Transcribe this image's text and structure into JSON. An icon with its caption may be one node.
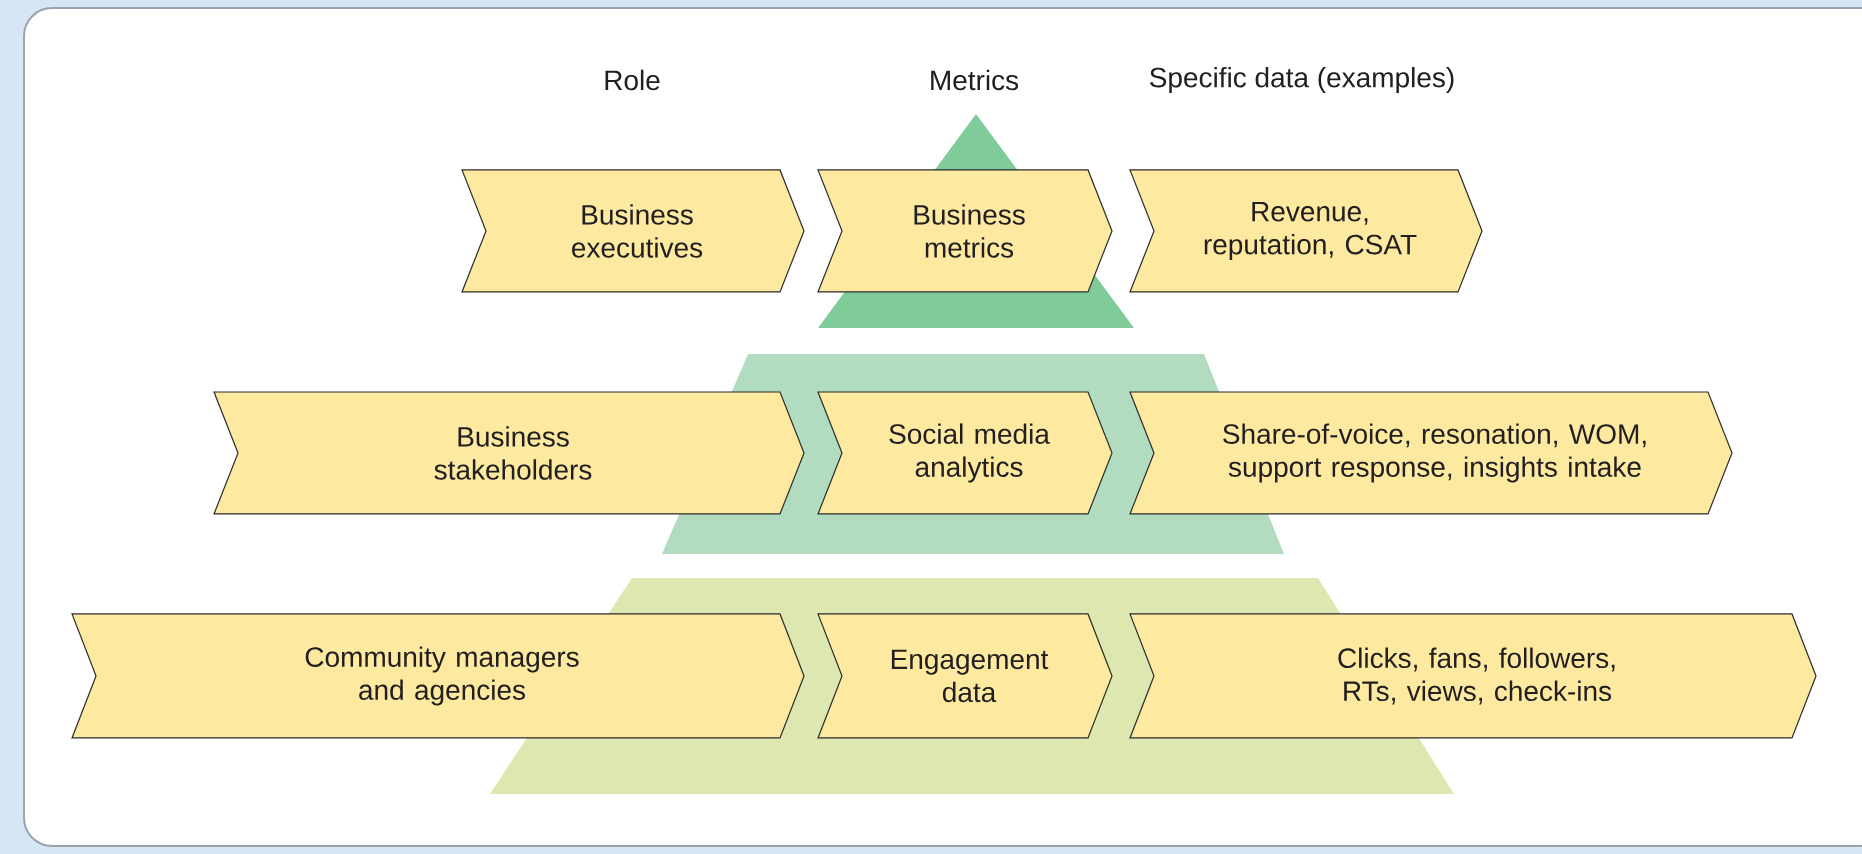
{
  "diagram": {
    "nodes": [
      {
        "text": [
          "Business executives"
        ]
      },
      {
        "text": [
          "Business metrics"
        ]
      },
      {
        "text": [
          "Revenue, reputation, CSAT"
        ]
      },
      {
        "text": [
          "Business stakeholders"
        ]
      },
      {
        "text": [
          "Social media analytics"
        ]
      },
      {
        "text": [
          "Share-of-voice, resonation, WOM, support response, insights intake"
        ]
      },
      {
        "text": [
          "Community managers and agencies"
        ]
      },
      {
        "text": [
          "Engagement data"
        ]
      },
      {
        "text": [
          "Clicks, fans, followers, RTs, views, check-ins"
        ]
      }
    ],
    "labels": [
      "Role",
      "Metrics",
      "Specific data (examples)"
    ]
  }
}
